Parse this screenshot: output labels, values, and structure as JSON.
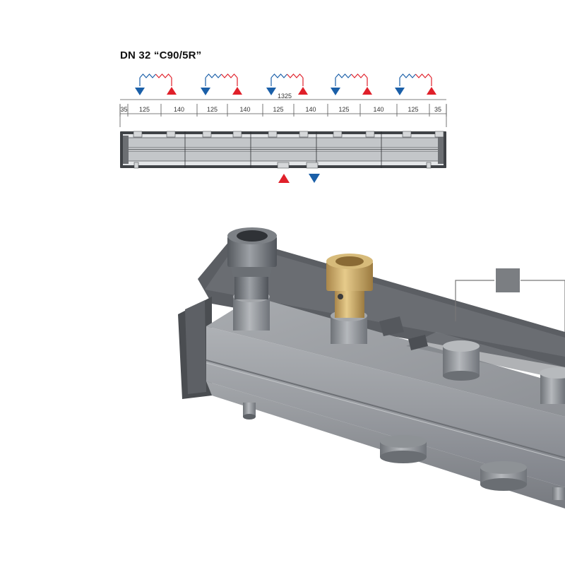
{
  "title": "DN 32 “C90/5R”",
  "dimensions": {
    "overall": "1325",
    "segments": [
      "35",
      "125",
      "140",
      "125",
      "140",
      "125",
      "140",
      "125",
      "140",
      "125",
      "35"
    ]
  },
  "circuits": 5,
  "colors": {
    "supply": "#e0202a",
    "return": "#1a5fa8",
    "body_dark": "#4a4d52",
    "body_mid": "#8d9196",
    "body_light": "#b9bcc0",
    "brass": "#c9a865"
  },
  "icons": {
    "circuit": "heating-circuit-icon",
    "supply_arrow": "red-up-triangle-icon",
    "return_arrow": "blue-down-triangle-icon"
  }
}
